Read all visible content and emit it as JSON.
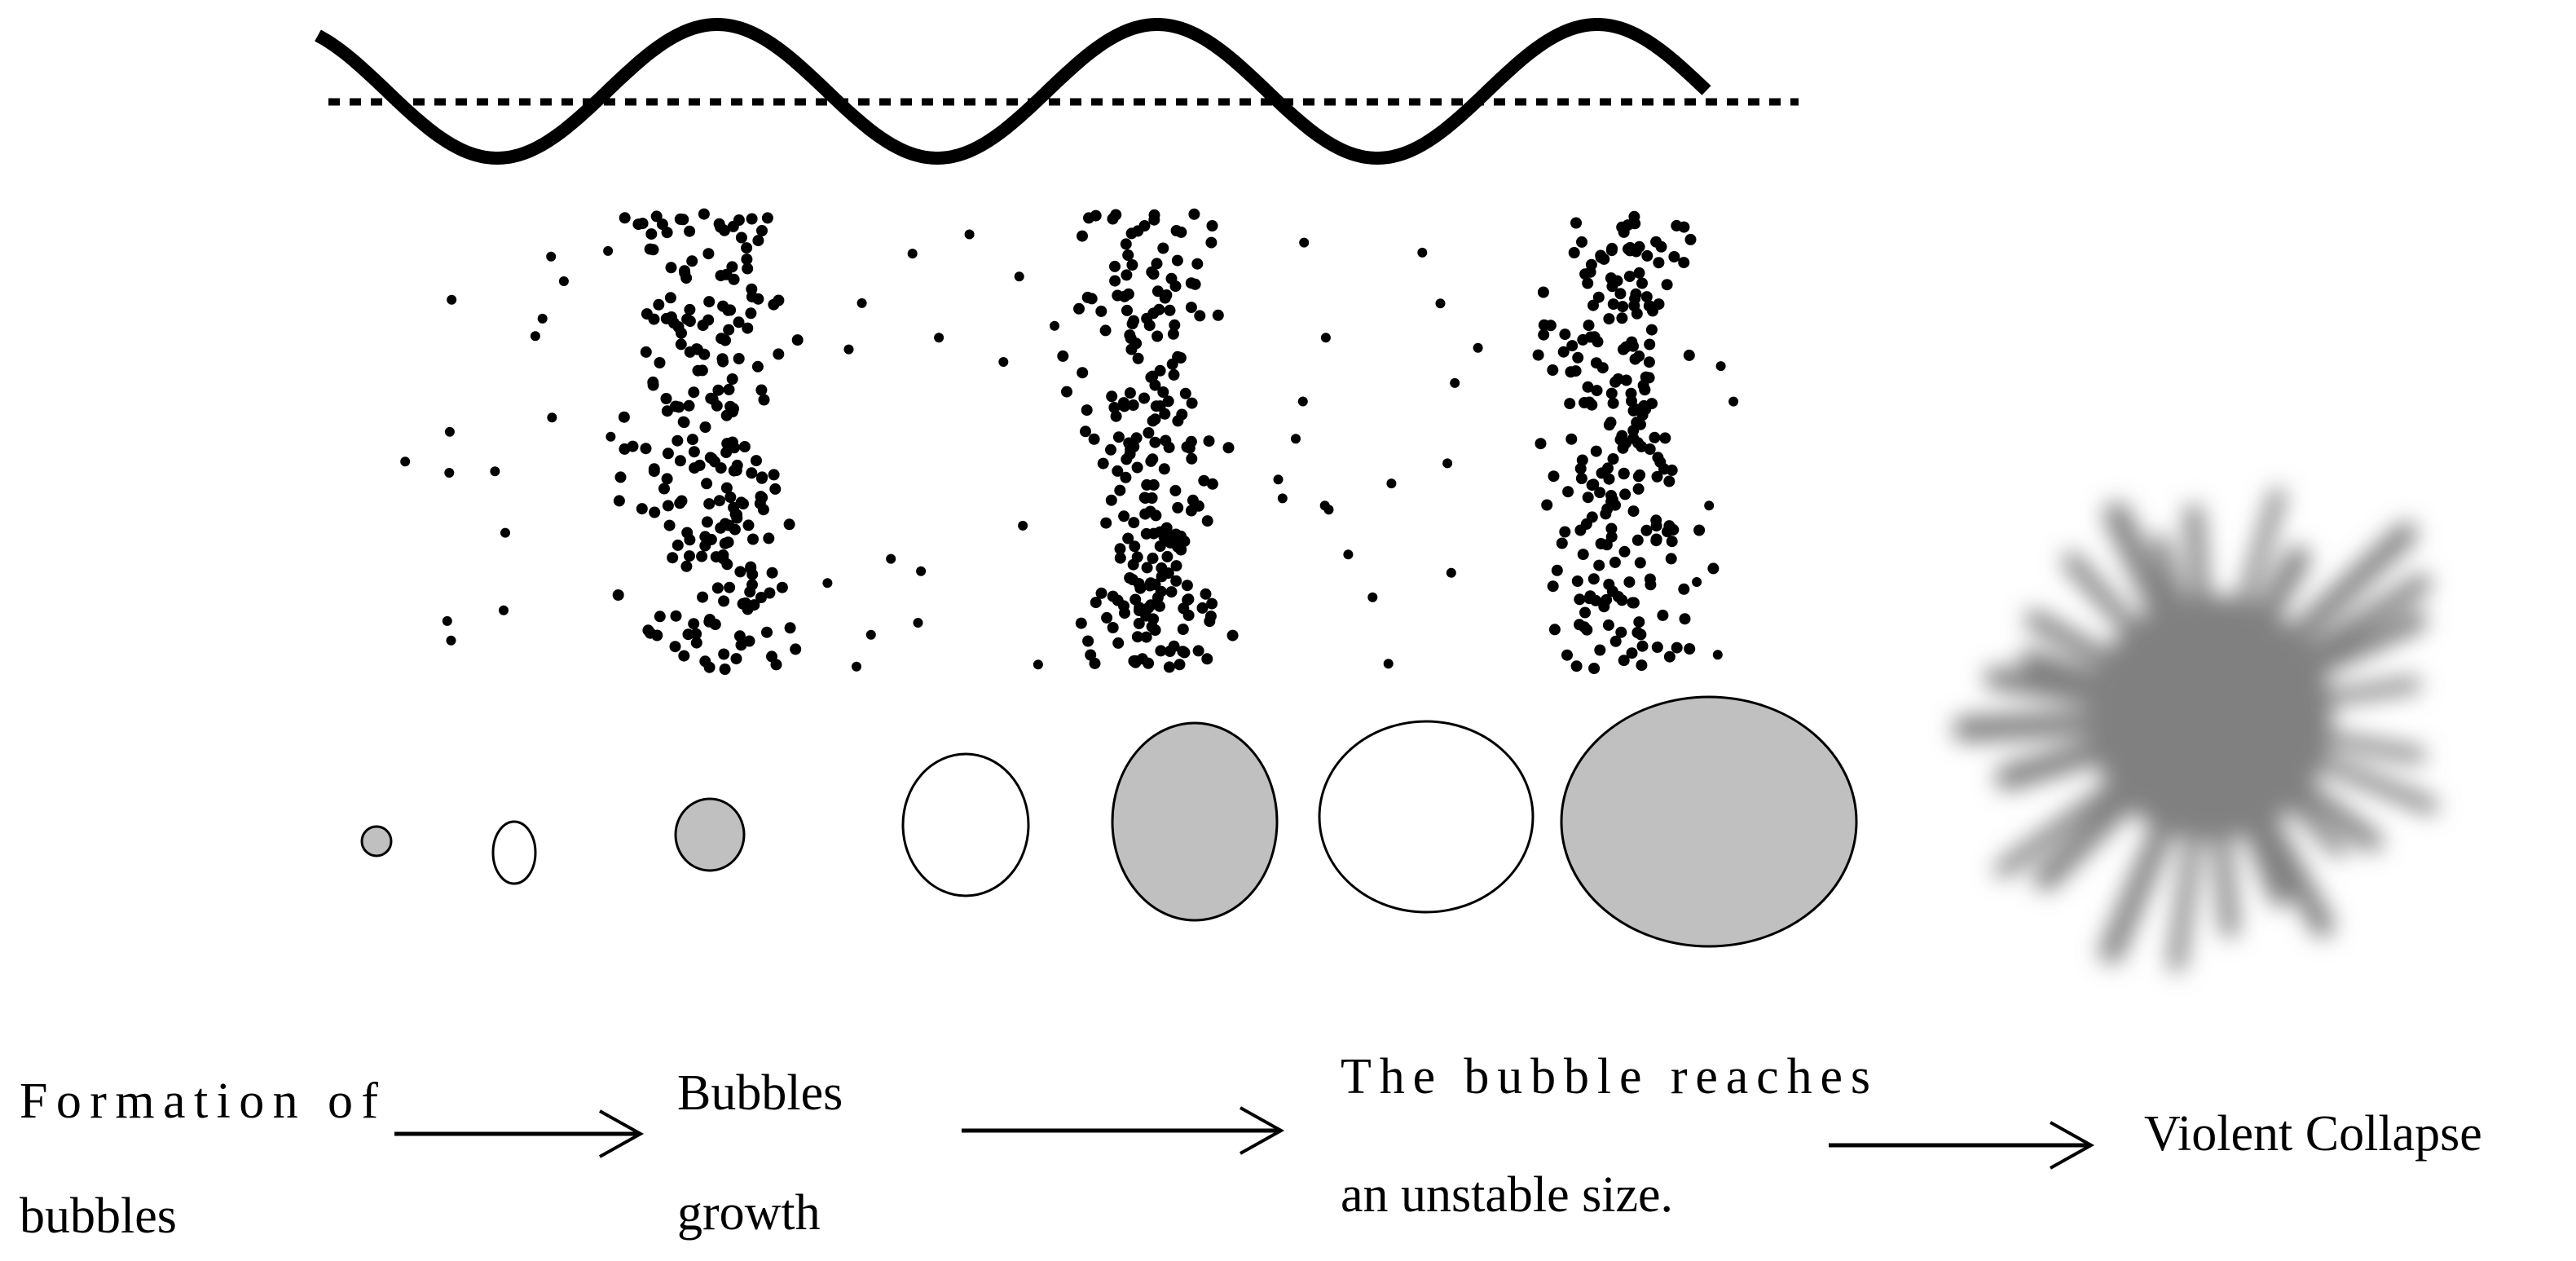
{
  "stages": [
    {
      "lines": [
        "Formation of",
        "bubbles"
      ]
    },
    {
      "lines": [
        "Bubbles",
        "growth"
      ]
    },
    {
      "lines": [
        "The bubble reaches",
        "an unstable size."
      ]
    },
    {
      "lines": [
        "Violent Collapse"
      ]
    }
  ],
  "colors": {
    "bubble_fill": "#c0c0c0",
    "collapse": "#808080",
    "ink": "#000000"
  }
}
